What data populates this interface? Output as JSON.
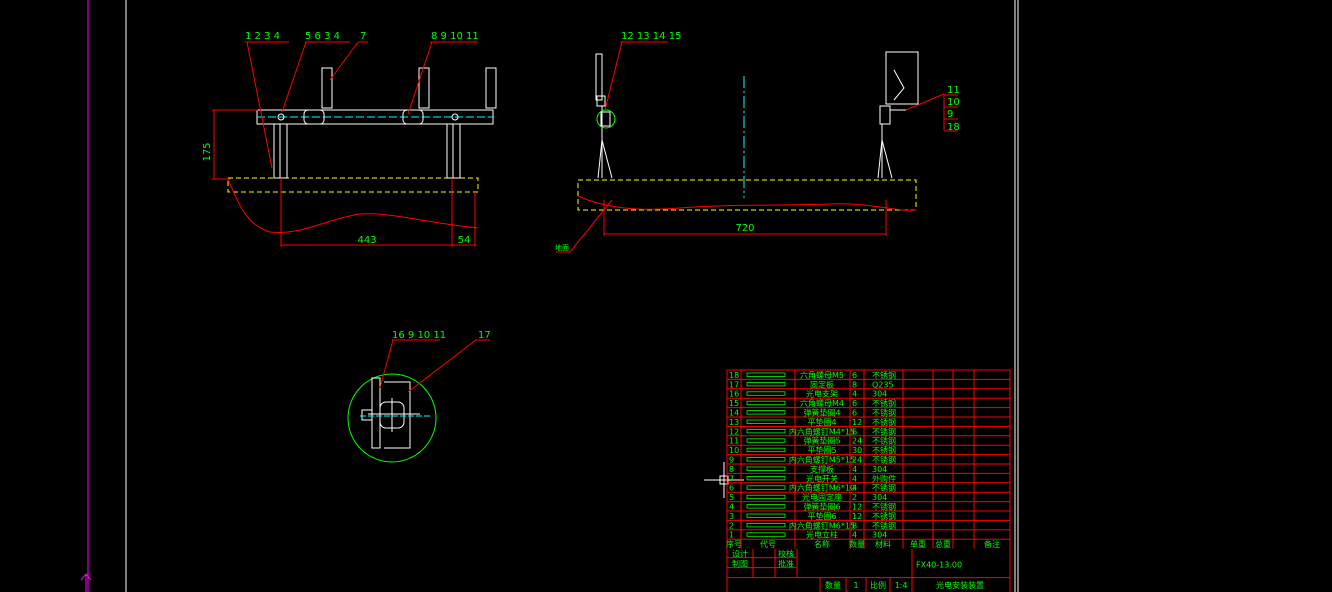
{
  "colors": {
    "background": "#000000",
    "frame": "#ffffff",
    "margin_line": "#ff00ff",
    "leader": "#ff0000",
    "label": "#00ff00",
    "part": "#ffffff",
    "centerline": "#00ffff",
    "ground": "#ffff00",
    "table_line": "#ff0000",
    "table_text": "#00ff00"
  },
  "front_view": {
    "balloons": [
      {
        "text": "1 2 3 4"
      },
      {
        "text": "5 6 3 4"
      },
      {
        "text": "7"
      },
      {
        "text": "8 9 10 11"
      }
    ],
    "dims": {
      "height": "175",
      "length": "443",
      "offset": "54"
    }
  },
  "side_view": {
    "balloons": [
      {
        "text": "12 13 14 15"
      }
    ],
    "right_labels": [
      "11",
      "10",
      "9",
      "18"
    ],
    "dims": {
      "span": "720"
    },
    "ground_label": "地面"
  },
  "detail_view": {
    "balloons": [
      {
        "text": "16 9 10 11"
      },
      {
        "text": "17"
      }
    ]
  },
  "bom": {
    "rows": [
      {
        "no": "18",
        "name": "六角螺母M5",
        "qty": "6",
        "mat": "不锈钢"
      },
      {
        "no": "17",
        "name": "固定板",
        "qty": "8",
        "mat": "Q235"
      },
      {
        "no": "16",
        "name": "光电支架",
        "qty": "4",
        "mat": "304"
      },
      {
        "no": "15",
        "name": "六角螺母M4",
        "qty": "6",
        "mat": "不锈钢"
      },
      {
        "no": "14",
        "name": "弹簧垫圈4",
        "qty": "6",
        "mat": "不锈钢"
      },
      {
        "no": "13",
        "name": "平垫圈4",
        "qty": "12",
        "mat": "不锈钢"
      },
      {
        "no": "12",
        "name": "内六角螺钉M4*15",
        "qty": "6",
        "mat": "不锈钢"
      },
      {
        "no": "11",
        "name": "弹簧垫圈5",
        "qty": "24",
        "mat": "不锈钢"
      },
      {
        "no": "10",
        "name": "平垫圈5",
        "qty": "30",
        "mat": "不锈钢"
      },
      {
        "no": "9",
        "name": "内六角螺钉M5*15",
        "qty": "24",
        "mat": "不锈钢"
      },
      {
        "no": "8",
        "name": "支撑板",
        "qty": "4",
        "mat": "304"
      },
      {
        "no": "7",
        "name": "光电开关",
        "qty": "4",
        "mat": "外购件"
      },
      {
        "no": "6",
        "name": "内六角螺钉M6*10",
        "qty": "4",
        "mat": "不锈钢"
      },
      {
        "no": "5",
        "name": "光电固定座",
        "qty": "2",
        "mat": "304"
      },
      {
        "no": "4",
        "name": "弹簧垫圈6",
        "qty": "12",
        "mat": "不锈钢"
      },
      {
        "no": "3",
        "name": "平垫圈6",
        "qty": "12",
        "mat": "不锈钢"
      },
      {
        "no": "2",
        "name": "内六角螺钉M6*15",
        "qty": "8",
        "mat": "不锈钢"
      },
      {
        "no": "1",
        "name": "光电立柱",
        "qty": "4",
        "mat": "304"
      }
    ],
    "header": {
      "no": "序号",
      "code": "代号",
      "name": "名称",
      "qty": "数量",
      "mat": "材料",
      "unit_weight": "单重",
      "total_weight": "总重",
      "note": "备注"
    },
    "signoff": [
      {
        "left": "设计",
        "right": "校核"
      },
      {
        "left": "制图",
        "right": "批准"
      }
    ],
    "drawing_number": "FX40-13.00",
    "quantity_label": "数量",
    "quantity_value": "1",
    "scale_label": "比例",
    "scale_value": "1:4",
    "title": "光电安装装置"
  }
}
